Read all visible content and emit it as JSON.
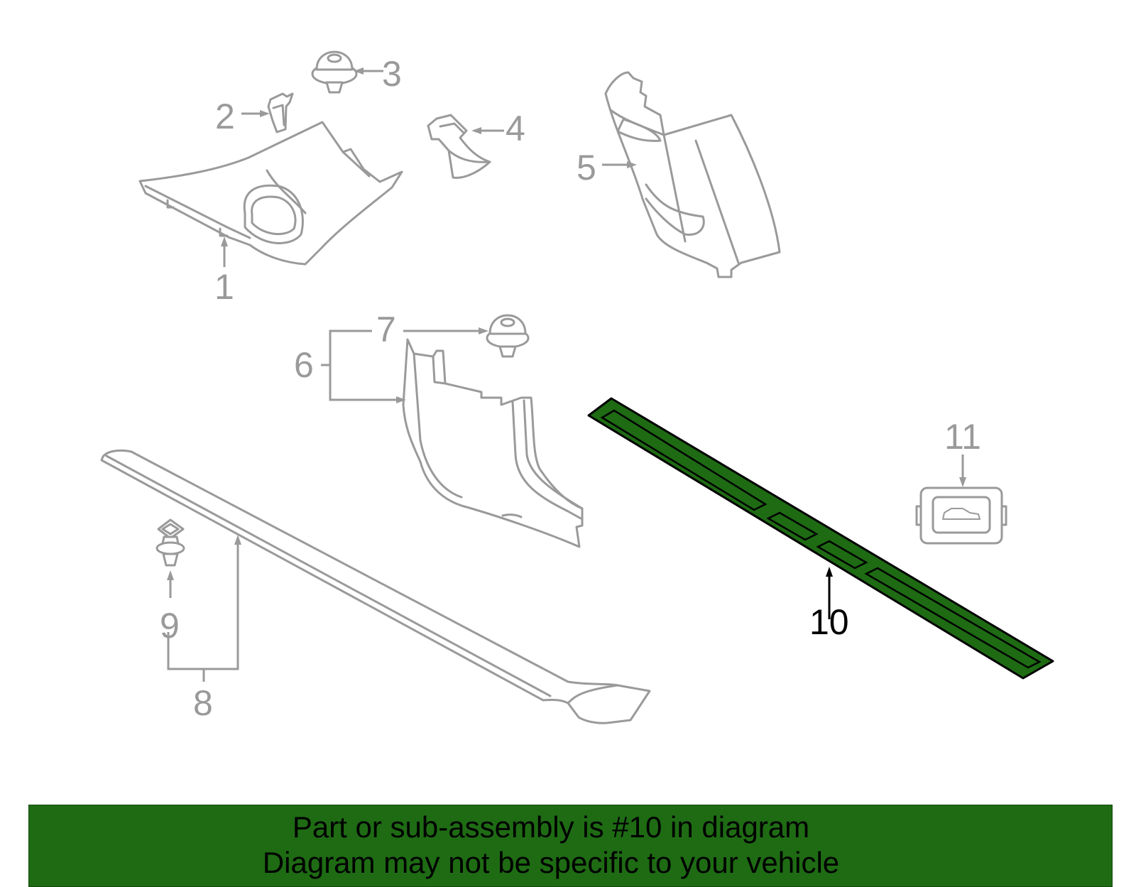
{
  "diagram": {
    "callouts": [
      {
        "id": "1",
        "label": "1"
      },
      {
        "id": "2",
        "label": "2"
      },
      {
        "id": "3",
        "label": "3"
      },
      {
        "id": "4",
        "label": "4"
      },
      {
        "id": "5",
        "label": "5"
      },
      {
        "id": "6",
        "label": "6"
      },
      {
        "id": "7",
        "label": "7"
      },
      {
        "id": "8",
        "label": "8"
      },
      {
        "id": "9",
        "label": "9"
      },
      {
        "id": "10",
        "label": "10"
      },
      {
        "id": "11",
        "label": "11"
      }
    ],
    "highlighted_part": "10",
    "colors": {
      "highlight": "#1e6b14",
      "part_outline": "#9a9a9a",
      "active_label": "#000000"
    }
  },
  "banner": {
    "line1": "Part or sub-assembly is #10 in diagram",
    "line2": "Diagram may not be specific to your vehicle",
    "background": "#1e6b14"
  }
}
